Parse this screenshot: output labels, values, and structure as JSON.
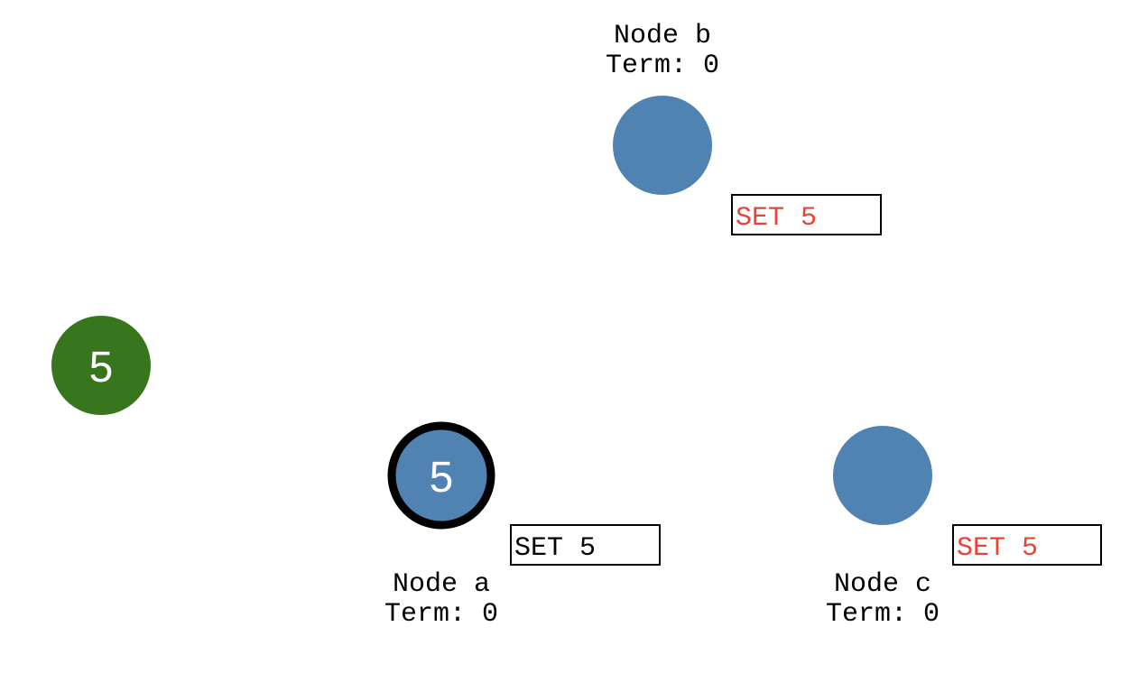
{
  "client": {
    "value": "5",
    "color": "#38761d"
  },
  "node_color": "#5082b2",
  "leader_stroke": "#000000",
  "log_text_committed": "#000000",
  "log_text_uncommitted": "#ea4335",
  "nodes": [
    {
      "id": "b",
      "name": "Node b",
      "term": "Term: 0",
      "value": "",
      "leader": false,
      "log": "SET 5",
      "committed": false
    },
    {
      "id": "a",
      "name": "Node a",
      "term": "Term: 0",
      "value": "5",
      "leader": true,
      "log": "SET 5",
      "committed": true
    },
    {
      "id": "c",
      "name": "Node c",
      "term": "Term: 0",
      "value": "",
      "leader": false,
      "log": "SET 5",
      "committed": false
    }
  ]
}
